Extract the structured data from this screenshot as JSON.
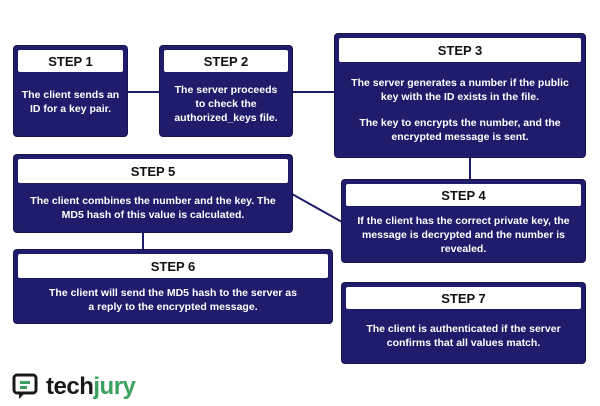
{
  "colors": {
    "box": "#1f1c6b",
    "header_text": "#111111",
    "logo_dark": "#1a1a1a",
    "logo_green": "#3aa15e"
  },
  "steps": [
    {
      "title": "STEP 1",
      "lines": [
        "The client sends an",
        "ID for a key pair."
      ]
    },
    {
      "title": "STEP 2",
      "lines": [
        "The server proceeds",
        "to check the"
      ],
      "bold": "authorized_keys",
      "bold_suffix": " file."
    },
    {
      "title": "STEP 3",
      "lines": [
        "The server generates a number if the public",
        "key with the ID exists in the file.",
        "",
        "The key to encrypts the number, and the",
        "encrypted message is sent."
      ]
    },
    {
      "title": "STEP 4",
      "lines": [
        "If the client has the correct private key, the",
        "message is decrypted and the number is",
        "revealed."
      ]
    },
    {
      "title": "STEP 5",
      "lines": [
        "The client combines the number and the key. The",
        "MD5 hash of this value is  calculated."
      ]
    },
    {
      "title": "STEP 6",
      "lines": [
        "The client will send the MD5 hash to the server as",
        "a reply to the encrypted message."
      ]
    },
    {
      "title": "STEP 7",
      "lines": [
        "The client is authenticated if the server",
        "confirms that all values match."
      ]
    }
  ],
  "logo": {
    "part1": "tech",
    "part2": "jury",
    "icon": "chat-bubble-icon"
  }
}
